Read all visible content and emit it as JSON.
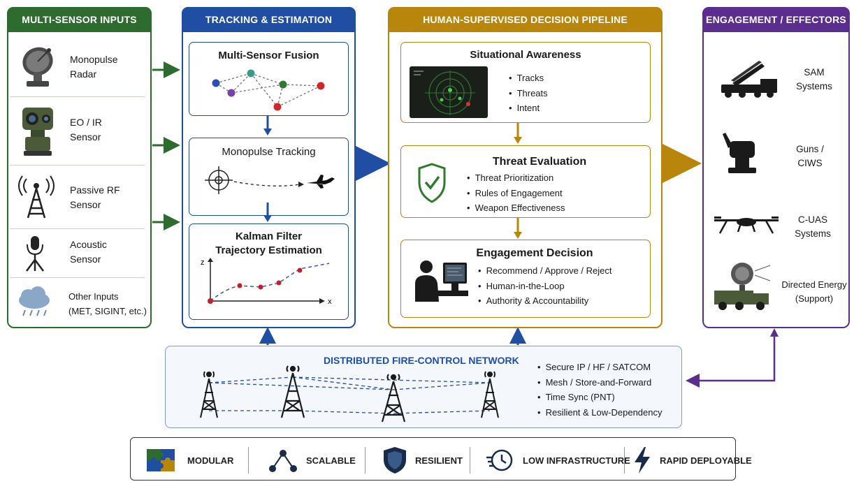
{
  "columns": {
    "inputs": {
      "title": "MULTI-SENSOR INPUTS",
      "color": "#2e6b2e"
    },
    "tracking": {
      "title": "TRACKING & ESTIMATION",
      "color": "#1f4ea3"
    },
    "pipeline": {
      "title": "HUMAN-SUPERVISED DECISION PIPELINE",
      "color": "#b8860b"
    },
    "effectors": {
      "title": "ENGAGEMENT / EFFECTORS",
      "color": "#5b2d8e"
    }
  },
  "sensors": [
    {
      "label": "Monopulse\nRadar",
      "icon": "radar-dish-icon"
    },
    {
      "label": "EO / IR\nSensor",
      "icon": "eo-ir-camera-icon"
    },
    {
      "label": "Passive RF\nSensor",
      "icon": "rf-tower-icon"
    },
    {
      "label": "Acoustic\nSensor",
      "icon": "microphone-icon"
    },
    {
      "label": "Other Inputs\n(MET, SIGINT, etc.)",
      "icon": "weather-cloud-icon"
    }
  ],
  "tracking": {
    "fusion": "Multi-Sensor Fusion",
    "monopulse": "Monopulse Tracking",
    "kalman": "Kalman Filter\nTrajectory Estimation",
    "axis_z": "z",
    "axis_x": "x"
  },
  "pipeline": {
    "situational": {
      "title": "Situational Awareness",
      "bullets": [
        "Tracks",
        "Threats",
        "Intent"
      ]
    },
    "threat": {
      "title": "Threat Evaluation",
      "bullets": [
        "Threat Prioritization",
        "Rules of Engagement",
        "Weapon Effectiveness"
      ]
    },
    "decision": {
      "title": "Engagement Decision",
      "bullets": [
        "Recommend / Approve / Reject",
        "Human-in-the-Loop",
        "Authority & Accountability"
      ]
    }
  },
  "effectors": [
    {
      "label": "SAM\nSystems",
      "icon": "missile-launcher-icon"
    },
    {
      "label": "Guns /\nCIWS",
      "icon": "ciws-turret-icon"
    },
    {
      "label": "C-UAS\nSystems",
      "icon": "drone-icon"
    },
    {
      "label": "Directed Energy\n(Support)",
      "icon": "directed-energy-truck-icon"
    }
  ],
  "network": {
    "title": "DISTRIBUTED FIRE-CONTROL NETWORK",
    "bullets": [
      "Secure IP / HF / SATCOM",
      "Mesh / Store-and-Forward",
      "Time Sync (PNT)",
      "Resilient & Low-Dependency"
    ]
  },
  "features": [
    {
      "label": "MODULAR",
      "icon": "puzzle-icon"
    },
    {
      "label": "SCALABLE",
      "icon": "network-nodes-icon"
    },
    {
      "label": "RESILIENT",
      "icon": "shield-icon"
    },
    {
      "label": "LOW INFRASTRUCTURE",
      "icon": "clock-arrow-icon"
    },
    {
      "label": "RAPID DEPLOYABLE",
      "icon": "lightning-icon"
    }
  ]
}
